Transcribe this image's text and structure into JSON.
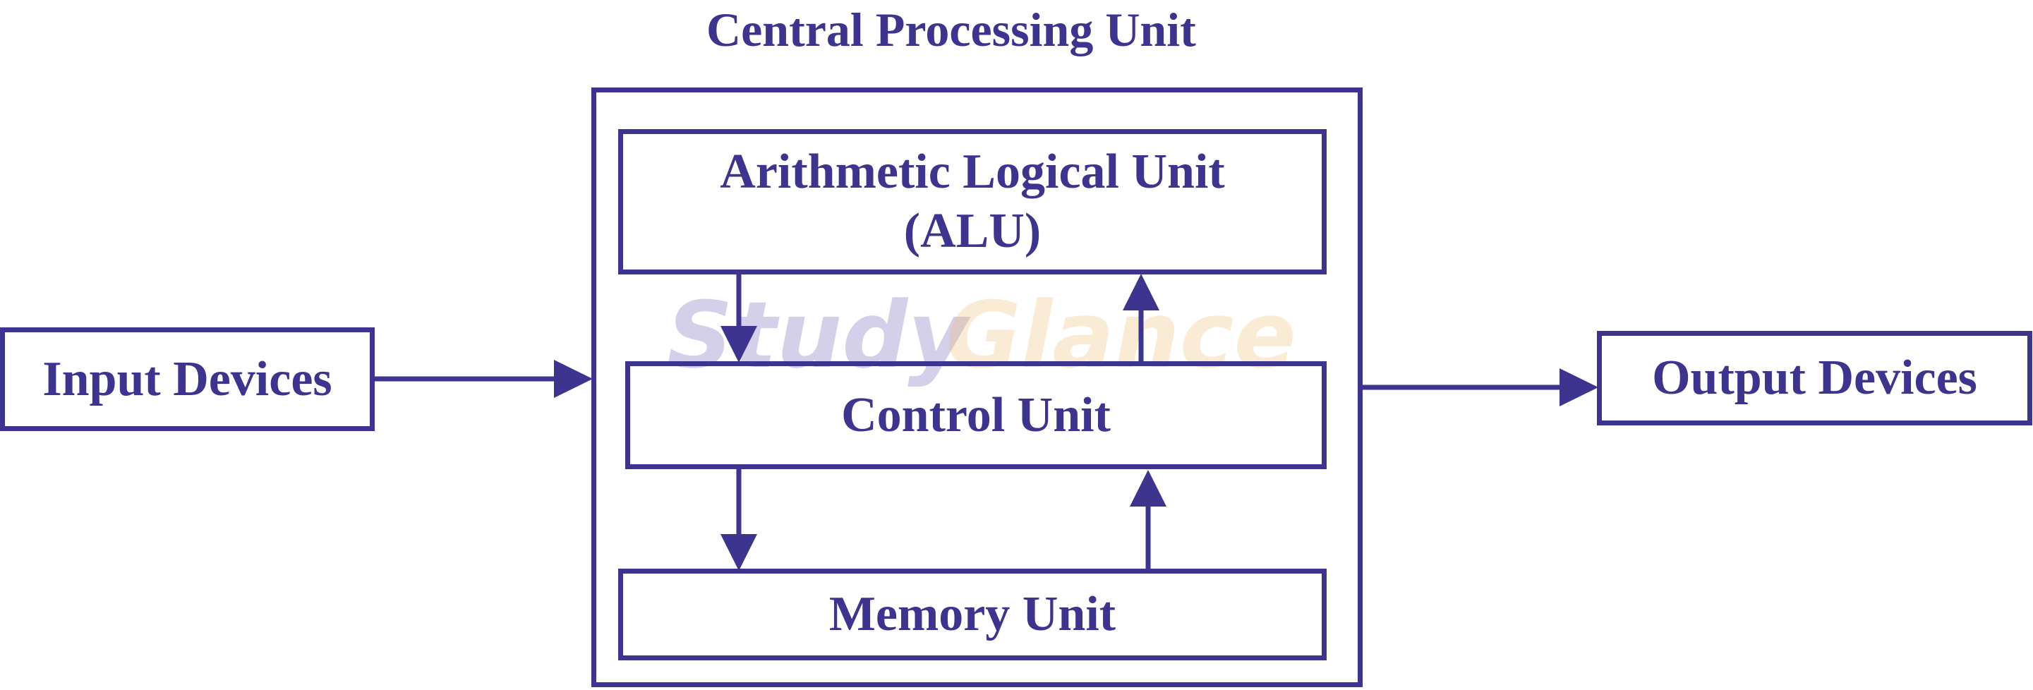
{
  "title": "Central Processing Unit",
  "input_box": {
    "label": "Input Devices"
  },
  "output_box": {
    "label": "Output Devices"
  },
  "alu_box": {
    "line1": "Arithmetic Logical Unit",
    "line2": "(ALU)"
  },
  "control_box": {
    "label": "Control Unit"
  },
  "memory_box": {
    "label": "Memory Unit"
  },
  "watermark": {
    "word1": "Study",
    "word2": "Glance"
  },
  "colors": {
    "primary": "#3d3490",
    "watermark_word1": "#6b5bb5",
    "watermark_word2": "#f0b96a"
  }
}
